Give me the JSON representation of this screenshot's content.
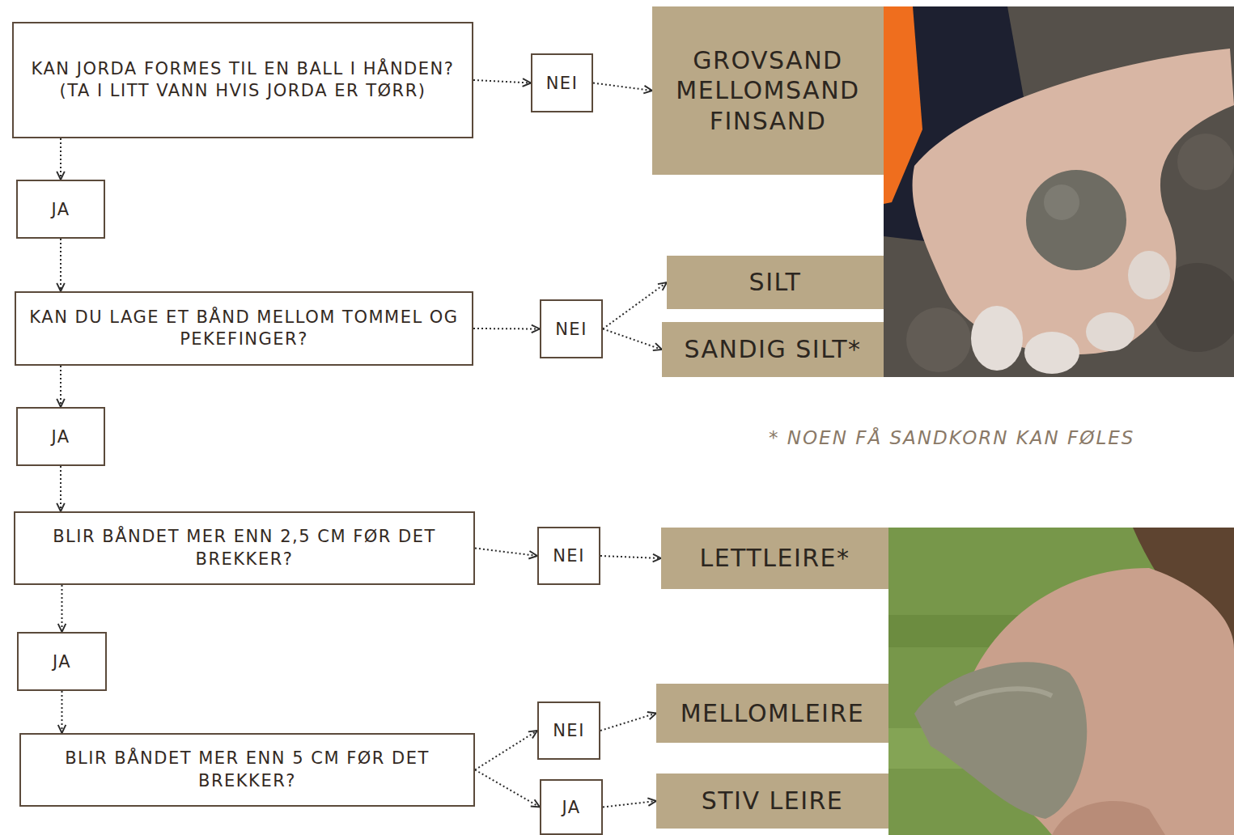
{
  "diagram": {
    "nodes": [
      {
        "text": [
          "KAN JORDA FORMES TIL EN BALL I HÅNDEN? (TA I LITT VANN HVIS JORDA ER TØRR)"
        ]
      },
      {
        "text": [
          "NEI"
        ]
      },
      {
        "text": [
          "GROVSAND MELLOMSAND FINSAND"
        ]
      },
      {
        "text": [
          "JA"
        ]
      },
      {
        "text": [
          "KAN DU LAGE ET BÅND MELLOM TOMMEL OG PEKEFINGER?"
        ]
      },
      {
        "text": [
          "NEI"
        ]
      },
      {
        "text": [
          "SILT"
        ]
      },
      {
        "text": [
          "SANDIG SILT*"
        ]
      },
      {
        "text": [
          "JA"
        ]
      },
      {
        "text": [
          "BLIR BÅNDET MER ENN 2,5 CM FØR DET BREKKER?"
        ]
      },
      {
        "text": [
          "NEI"
        ]
      },
      {
        "text": [
          "LETTLEIRE*"
        ]
      },
      {
        "text": [
          "JA"
        ]
      },
      {
        "text": [
          "BLIR BÅNDET MER ENN 5 CM FØR DET BREKKER?"
        ]
      },
      {
        "text": [
          "NEI"
        ]
      },
      {
        "text": [
          "MELLOMLEIRE"
        ]
      },
      {
        "text": [
          "JA"
        ]
      },
      {
        "text": [
          "STIV LEIRE"
        ]
      }
    ],
    "edges": [
      {
        "from": 0,
        "to": 1,
        "arrow": "to"
      },
      {
        "from": 1,
        "to": 2,
        "arrow": "to"
      },
      {
        "from": 0,
        "to": 3,
        "arrow": "to"
      },
      {
        "from": 3,
        "to": 4,
        "arrow": "to"
      },
      {
        "from": 4,
        "to": 5,
        "arrow": "to"
      },
      {
        "from": 5,
        "to": 6,
        "arrow": "to"
      },
      {
        "from": 5,
        "to": 7,
        "arrow": "to"
      },
      {
        "from": 4,
        "to": 8,
        "arrow": "to"
      },
      {
        "from": 8,
        "to": 9,
        "arrow": "to"
      },
      {
        "from": 9,
        "to": 10,
        "arrow": "to"
      },
      {
        "from": 10,
        "to": 11,
        "arrow": "to"
      },
      {
        "from": 9,
        "to": 12,
        "arrow": "to"
      },
      {
        "from": 12,
        "to": 13,
        "arrow": "to"
      },
      {
        "from": 13,
        "to": 14,
        "arrow": "to"
      },
      {
        "from": 14,
        "to": 15,
        "arrow": "to"
      },
      {
        "from": 13,
        "to": 16,
        "arrow": "to"
      },
      {
        "from": 16,
        "to": 17,
        "arrow": "to"
      }
    ],
    "labels": [
      "* NOEN FÅ SANDKORN KAN FØLES"
    ]
  }
}
